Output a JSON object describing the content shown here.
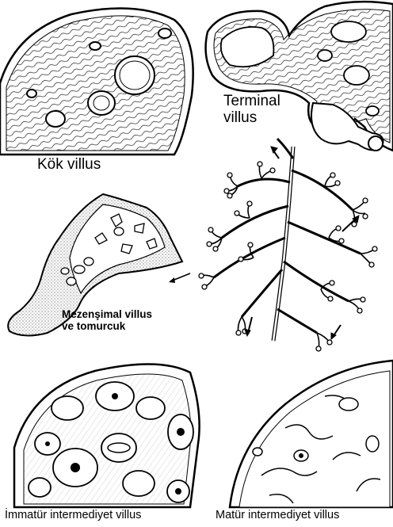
{
  "labels": {
    "stem_villus": "Kök villus",
    "terminal_villus_line1": "Terminal",
    "terminal_villus_line2": "villus",
    "mesenchymal_villus_line1": "Mezenşimal villus",
    "mesenchymal_villus_line2": "ve tomurcuk",
    "immature_intermediate_villus": "İmmatür intermediyet villus",
    "mature_intermediate_villus": "Matür intermediyet villus"
  },
  "colors": {
    "ink": "#000000",
    "background": "#ffffff",
    "stipple": "#555555"
  }
}
